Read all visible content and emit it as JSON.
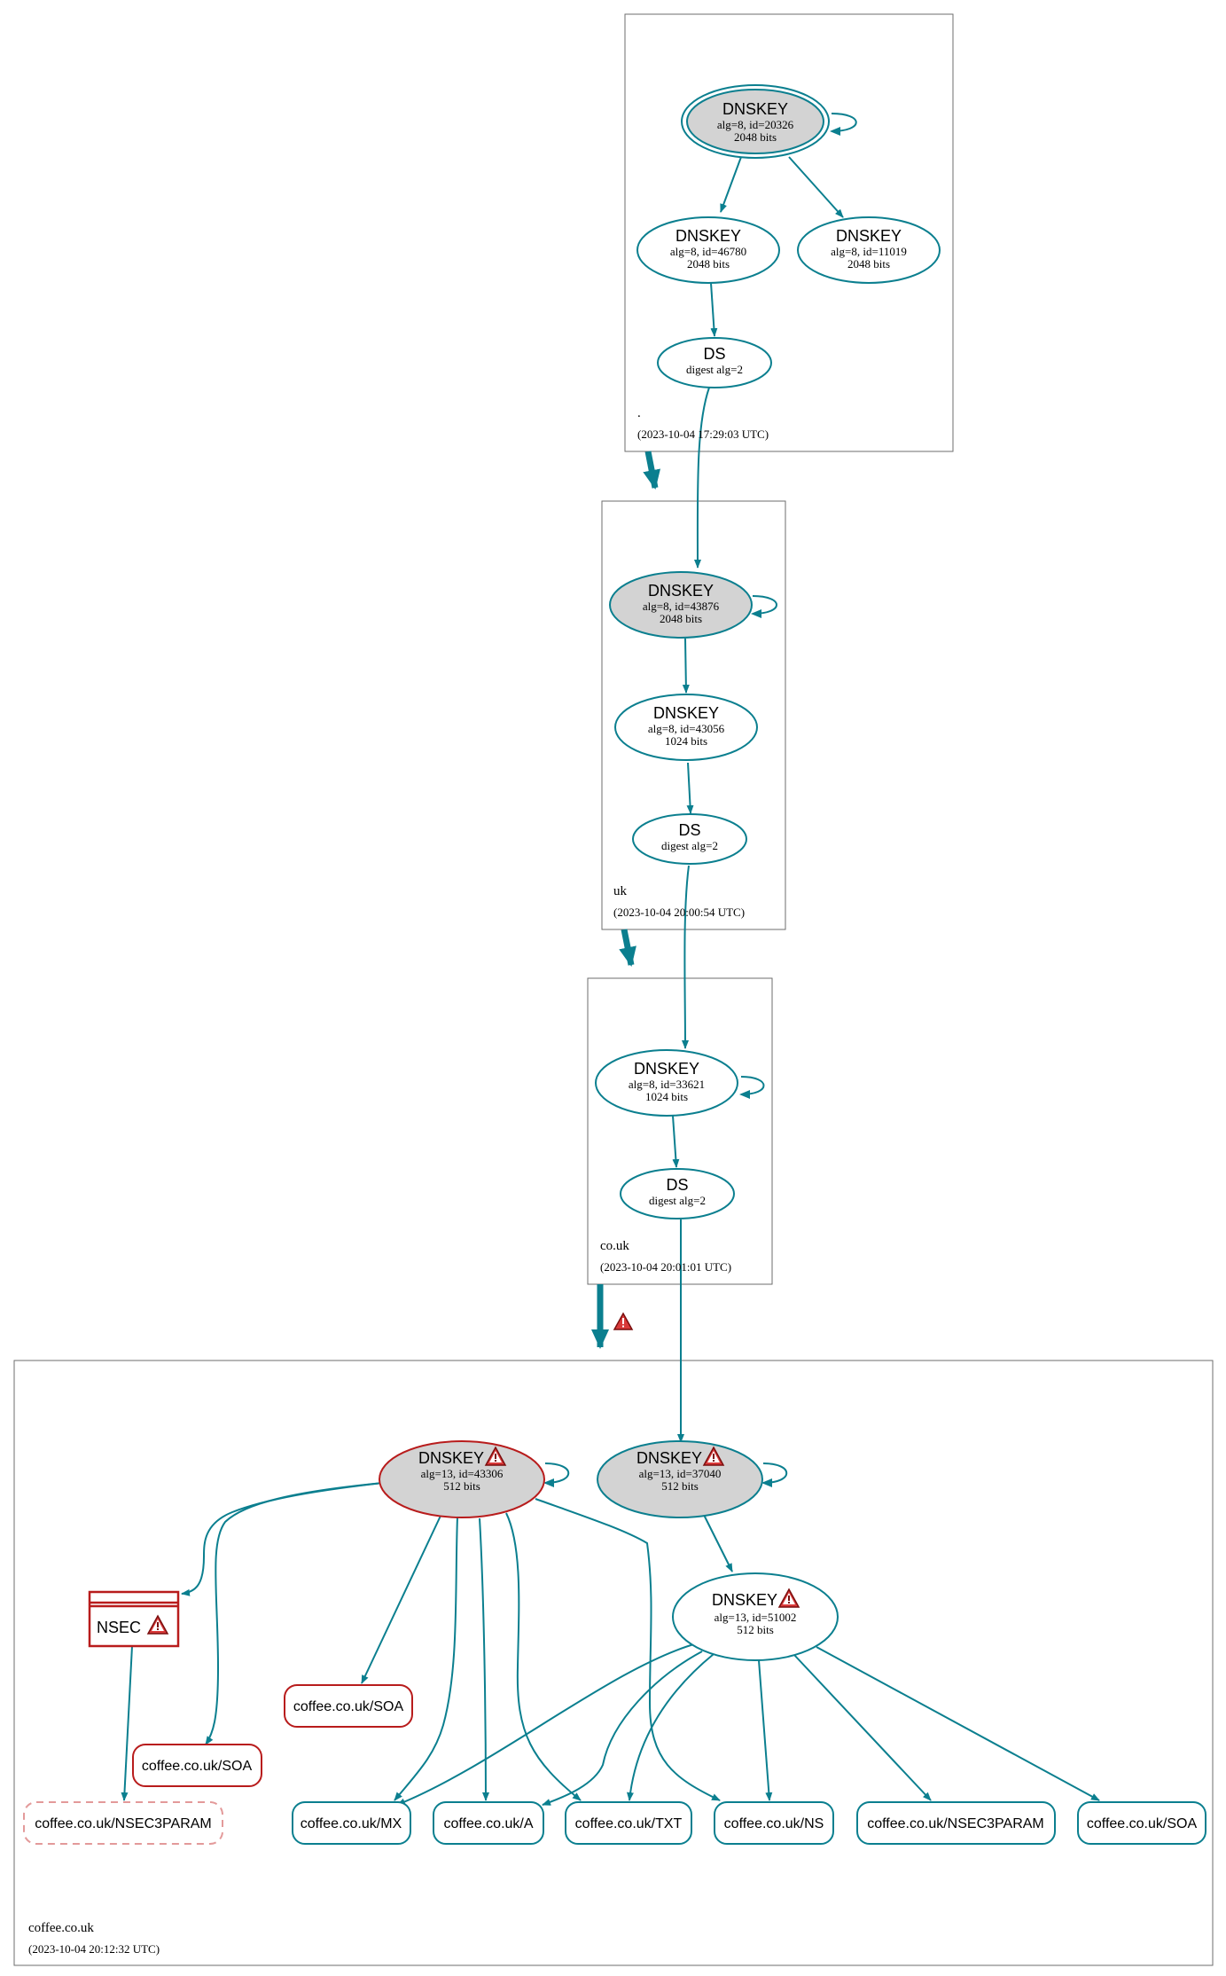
{
  "colors": {
    "secure": "#0b7f8f",
    "bogus": "#b81c1c",
    "insecure_dashed": "#e39a9a",
    "sep_fill": "#d3d3d3",
    "zone_border": "#6e6e6e",
    "warning": "#d93a3a"
  },
  "zones": {
    "root": {
      "name": ".",
      "time": "(2023-10-04 17:29:03 UTC)"
    },
    "uk": {
      "name": "uk",
      "time": "(2023-10-04 20:00:54 UTC)"
    },
    "couk": {
      "name": "co.uk",
      "time": "(2023-10-04 20:01:01 UTC)"
    },
    "coffee": {
      "name": "coffee.co.uk",
      "time": "(2023-10-04 20:12:32 UTC)"
    }
  },
  "nodes": {
    "root_ksk": {
      "title": "DNSKEY",
      "line1": "alg=8, id=20326",
      "line2": "2048 bits"
    },
    "root_zsk1": {
      "title": "DNSKEY",
      "line1": "alg=8, id=46780",
      "line2": "2048 bits"
    },
    "root_zsk2": {
      "title": "DNSKEY",
      "line1": "alg=8, id=11019",
      "line2": "2048 bits"
    },
    "root_ds": {
      "title": "DS",
      "line1": "digest alg=2"
    },
    "uk_ksk": {
      "title": "DNSKEY",
      "line1": "alg=8, id=43876",
      "line2": "2048 bits"
    },
    "uk_zsk": {
      "title": "DNSKEY",
      "line1": "alg=8, id=43056",
      "line2": "1024 bits"
    },
    "uk_ds": {
      "title": "DS",
      "line1": "digest alg=2"
    },
    "couk_ksk": {
      "title": "DNSKEY",
      "line1": "alg=8, id=33621",
      "line2": "1024 bits"
    },
    "couk_ds": {
      "title": "DS",
      "line1": "digest alg=2"
    },
    "cf_key_bogus": {
      "title": "DNSKEY",
      "line1": "alg=13, id=43306",
      "line2": "512 bits"
    },
    "cf_ksk": {
      "title": "DNSKEY",
      "line1": "alg=13, id=37040",
      "line2": "512 bits"
    },
    "cf_zsk": {
      "title": "DNSKEY",
      "line1": "alg=13, id=51002",
      "line2": "512 bits"
    },
    "nsec": {
      "title": "NSEC"
    }
  },
  "records": {
    "soa_bogus1": "coffee.co.uk/SOA",
    "soa_bogus2": "coffee.co.uk/SOA",
    "nsec3param_dashed": "coffee.co.uk/NSEC3PARAM",
    "mx": "coffee.co.uk/MX",
    "a": "coffee.co.uk/A",
    "txt": "coffee.co.uk/TXT",
    "ns": "coffee.co.uk/NS",
    "nsec3param": "coffee.co.uk/NSEC3PARAM",
    "soa": "coffee.co.uk/SOA"
  }
}
